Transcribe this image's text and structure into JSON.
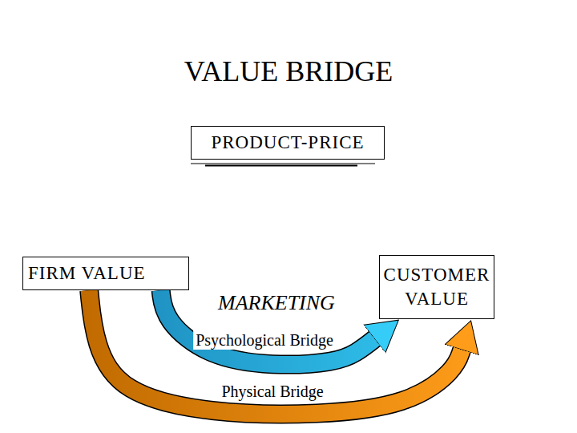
{
  "diagram": {
    "title": "VALUE BRIDGE",
    "nodes": [
      {
        "text": [
          "PRODUCT-PRICE"
        ]
      },
      {
        "text": [
          "FIRM VALUE"
        ]
      },
      {
        "text": [
          "CUSTOMER VALUE"
        ]
      }
    ],
    "edges": [
      {
        "from": 1,
        "to": 2,
        "label": "Psychological Bridge",
        "arrow": "to"
      },
      {
        "from": 1,
        "to": 2,
        "label": "Physical Bridge",
        "arrow": "to"
      }
    ],
    "labels": [
      "MARKETING"
    ]
  }
}
